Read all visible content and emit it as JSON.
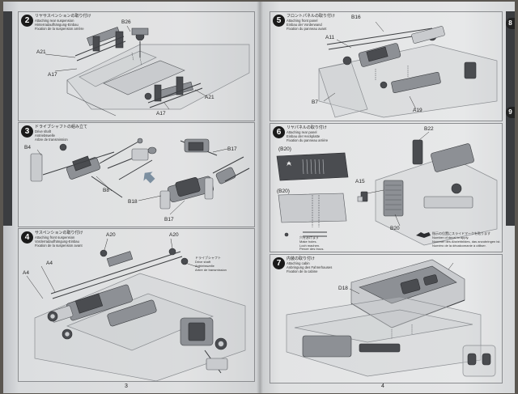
{
  "left_page": {
    "page_number": "3",
    "steps": [
      {
        "number": "2",
        "titles": [
          "リヤサスペンションの取り付け",
          "Attaching rear suspension",
          "Hinterradaufhängung-Einbau",
          "Fixation de la suspension arrière"
        ],
        "labels": [
          "B26",
          "A21",
          "A17",
          "A21",
          "A17"
        ]
      },
      {
        "number": "3",
        "titles": [
          "ドライブシャフトの組み立て",
          "Drive shaft",
          "Antriebswelle",
          "Arbre de transmission"
        ],
        "labels": [
          "B4",
          "B8",
          "B18",
          "B17",
          "B17"
        ]
      },
      {
        "number": "4",
        "titles": [
          "サスペンションの取り付け",
          "Attaching front suspension",
          "Vorderradaufhängung-Einbau",
          "Fixation de la suspension avant"
        ],
        "labels": [
          "A20",
          "A20",
          "A4",
          "A4",
          "ドライブシャフト",
          "Drive shaft",
          "Antriebswelle",
          "Arbre de transmission"
        ]
      }
    ]
  },
  "right_page": {
    "page_number": "4",
    "steps": [
      {
        "number": "5",
        "titles": [
          "フロントパネルの取り付け",
          "Attaching front panel",
          "Einbau der Vorderwand",
          "Fixation du panneau avant"
        ],
        "labels": [
          "B16",
          "A11",
          "B7",
          "A19"
        ]
      },
      {
        "number": "6",
        "titles": [
          "リヤパネルの取り付け",
          "Attaching rear panel",
          "Einbau der Heckplatte",
          "Fixation du panneau arrière"
        ],
        "labels": [
          "B22",
          "(B20)",
          "(B20)",
          "A15",
          "B20"
        ],
        "notes": [
          "穴をあけます",
          "Make holes.",
          "Loch machen.",
          "Percer des trous."
        ],
        "decal_note": [
          "指示の位置にスライドマークを貼ります",
          "Number of decal to apply.",
          "Nummer des Abziehbildes, das anzubringen ist.",
          "Numéro de la décalcomanie à utiliser."
        ]
      },
      {
        "number": "7",
        "titles": [
          "内装の取り付け",
          "Attaching cabin",
          "Anbringung des Fahrerhauses",
          "Fixation de la cabine"
        ],
        "labels": [
          "D18"
        ]
      }
    ],
    "edge_tabs": [
      "8",
      "9"
    ]
  }
}
